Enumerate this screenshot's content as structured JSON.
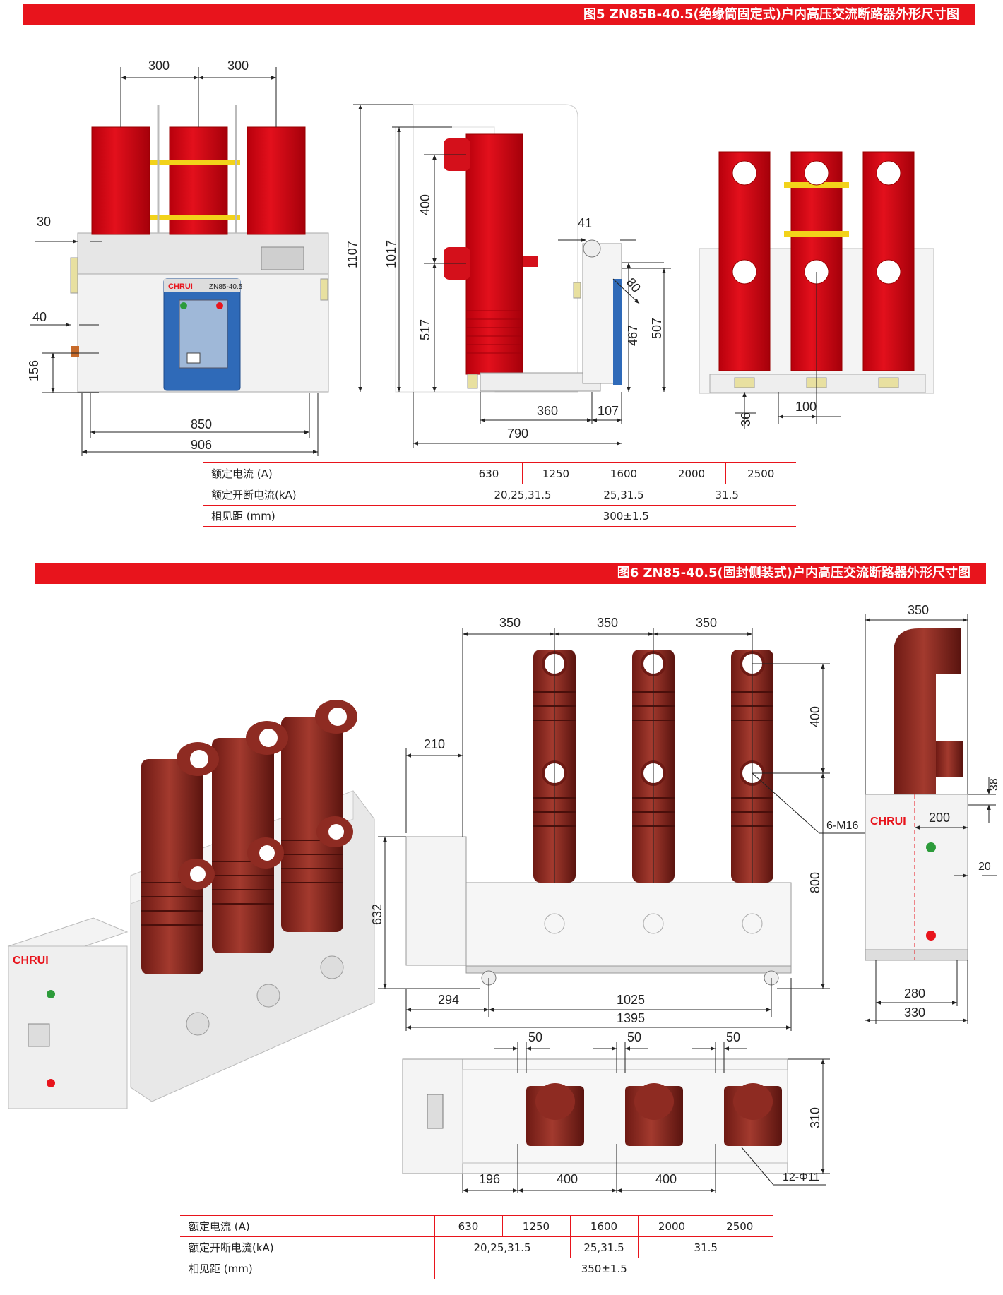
{
  "fig5": {
    "title": "图5 ZN85B-40.5(绝缘筒固定式)户内高压交流断路器外形尺寸图",
    "brand": "CHRUI",
    "model": "ZN85-40.5",
    "dims": {
      "d300a": "300",
      "d300b": "300",
      "d30": "30",
      "d40": "40",
      "d156": "156",
      "d850": "850",
      "d906": "906",
      "d1107": "1107",
      "d1017": "1017",
      "d400": "400",
      "d517": "517",
      "d41": "41",
      "d80": "80",
      "d467": "467",
      "d507": "507",
      "d360": "360",
      "d107": "107",
      "d790": "790",
      "d36": "36",
      "d100": "100"
    },
    "table": {
      "row1_label": "额定电流 (A)",
      "row2_label": "额定开断电流(kA)",
      "row3_label": "相见距 (mm)",
      "currents": [
        "630",
        "1250",
        "1600",
        "2000",
        "2500"
      ],
      "breaking": [
        "20,25,31.5",
        "25,31.5",
        "31.5"
      ],
      "spacing": "300±1.5"
    }
  },
  "fig6": {
    "title": "图6 ZN85-40.5(固封侧装式)户内高压交流断路器外形尺寸图",
    "brand": "CHRUI",
    "dims": {
      "d350a": "350",
      "d350b": "350",
      "d350c": "350",
      "d350d": "350",
      "d210": "210",
      "d400": "400",
      "d800": "800",
      "d632": "632",
      "d294": "294",
      "d1025": "1025",
      "d1395": "1395",
      "m16": "6-M16",
      "d38": "38",
      "d200": "200",
      "d20": "20",
      "d280": "280",
      "d330": "330",
      "d50a": "50",
      "d50b": "50",
      "d50c": "50",
      "d310": "310",
      "d196": "196",
      "d400b": "400",
      "d400c": "400",
      "phi11": "12-Φ11"
    },
    "table": {
      "row1_label": "额定电流 (A)",
      "row2_label": "额定开断电流(kA)",
      "row3_label": "相见距 (mm)",
      "currents": [
        "630",
        "1250",
        "1600",
        "2000",
        "2500"
      ],
      "breaking": [
        "20,25,31.5",
        "25,31.5",
        "31.5"
      ],
      "spacing": "350±1.5"
    }
  }
}
